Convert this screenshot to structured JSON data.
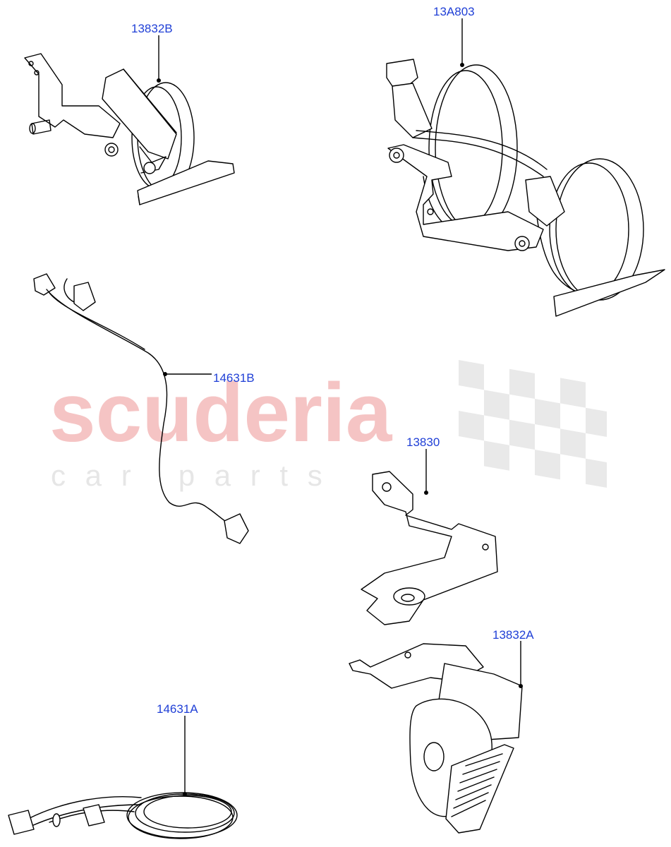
{
  "watermark": {
    "brand": "scuderia",
    "tagline": "c a r   p a r t s"
  },
  "callouts": [
    {
      "id": "13832B",
      "label": "13832B"
    },
    {
      "id": "13A803",
      "label": "13A803"
    },
    {
      "id": "14631B",
      "label": "14631B"
    },
    {
      "id": "13830",
      "label": "13830"
    },
    {
      "id": "13832A",
      "label": "13832A"
    },
    {
      "id": "14631A",
      "label": "14631A"
    }
  ],
  "colors": {
    "callout_text": "#1f3fd6",
    "watermark_brand": "#f5c4c4",
    "watermark_tagline": "#e6e6e6",
    "watermark_flag": "#e9e9e9",
    "linework": "#000000"
  }
}
